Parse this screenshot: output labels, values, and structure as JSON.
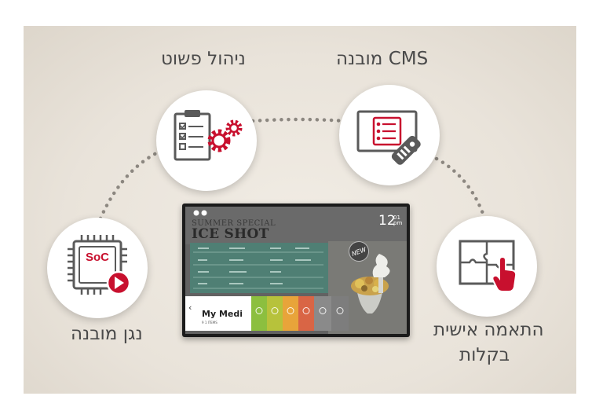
{
  "features": [
    {
      "id": "built-in-player",
      "label": "נגן מובנה",
      "icon": "soc-chip-play-icon",
      "chip_text": "SoC"
    },
    {
      "id": "easy-management",
      "label": "ניהול פשוט",
      "icon": "checklist-gears-icon"
    },
    {
      "id": "built-in-cms",
      "label": "CMS מובנה",
      "icon": "screen-remote-icon"
    },
    {
      "id": "easy-customization",
      "label_lines": [
        "התאמה אישית",
        "בקלות"
      ],
      "icon": "puzzle-touch-icon"
    }
  ],
  "tv": {
    "promo_subtitle": "SUMMER SPECIAL",
    "promo_title": "ICE SHOT",
    "clock_hour": "12",
    "clock_minute": "01",
    "clock_ampm": "pm",
    "badge": "NEW",
    "menu_title": "My Medi",
    "menu_subtitle": "9 1 ITEMS",
    "menu_arrow": "‹"
  },
  "colors": {
    "background": "#e9e3da",
    "accent_red": "#c8102e",
    "icon_gray": "#5a5a5a",
    "label_text": "#4a4a4a",
    "dots": "#8c8780"
  }
}
